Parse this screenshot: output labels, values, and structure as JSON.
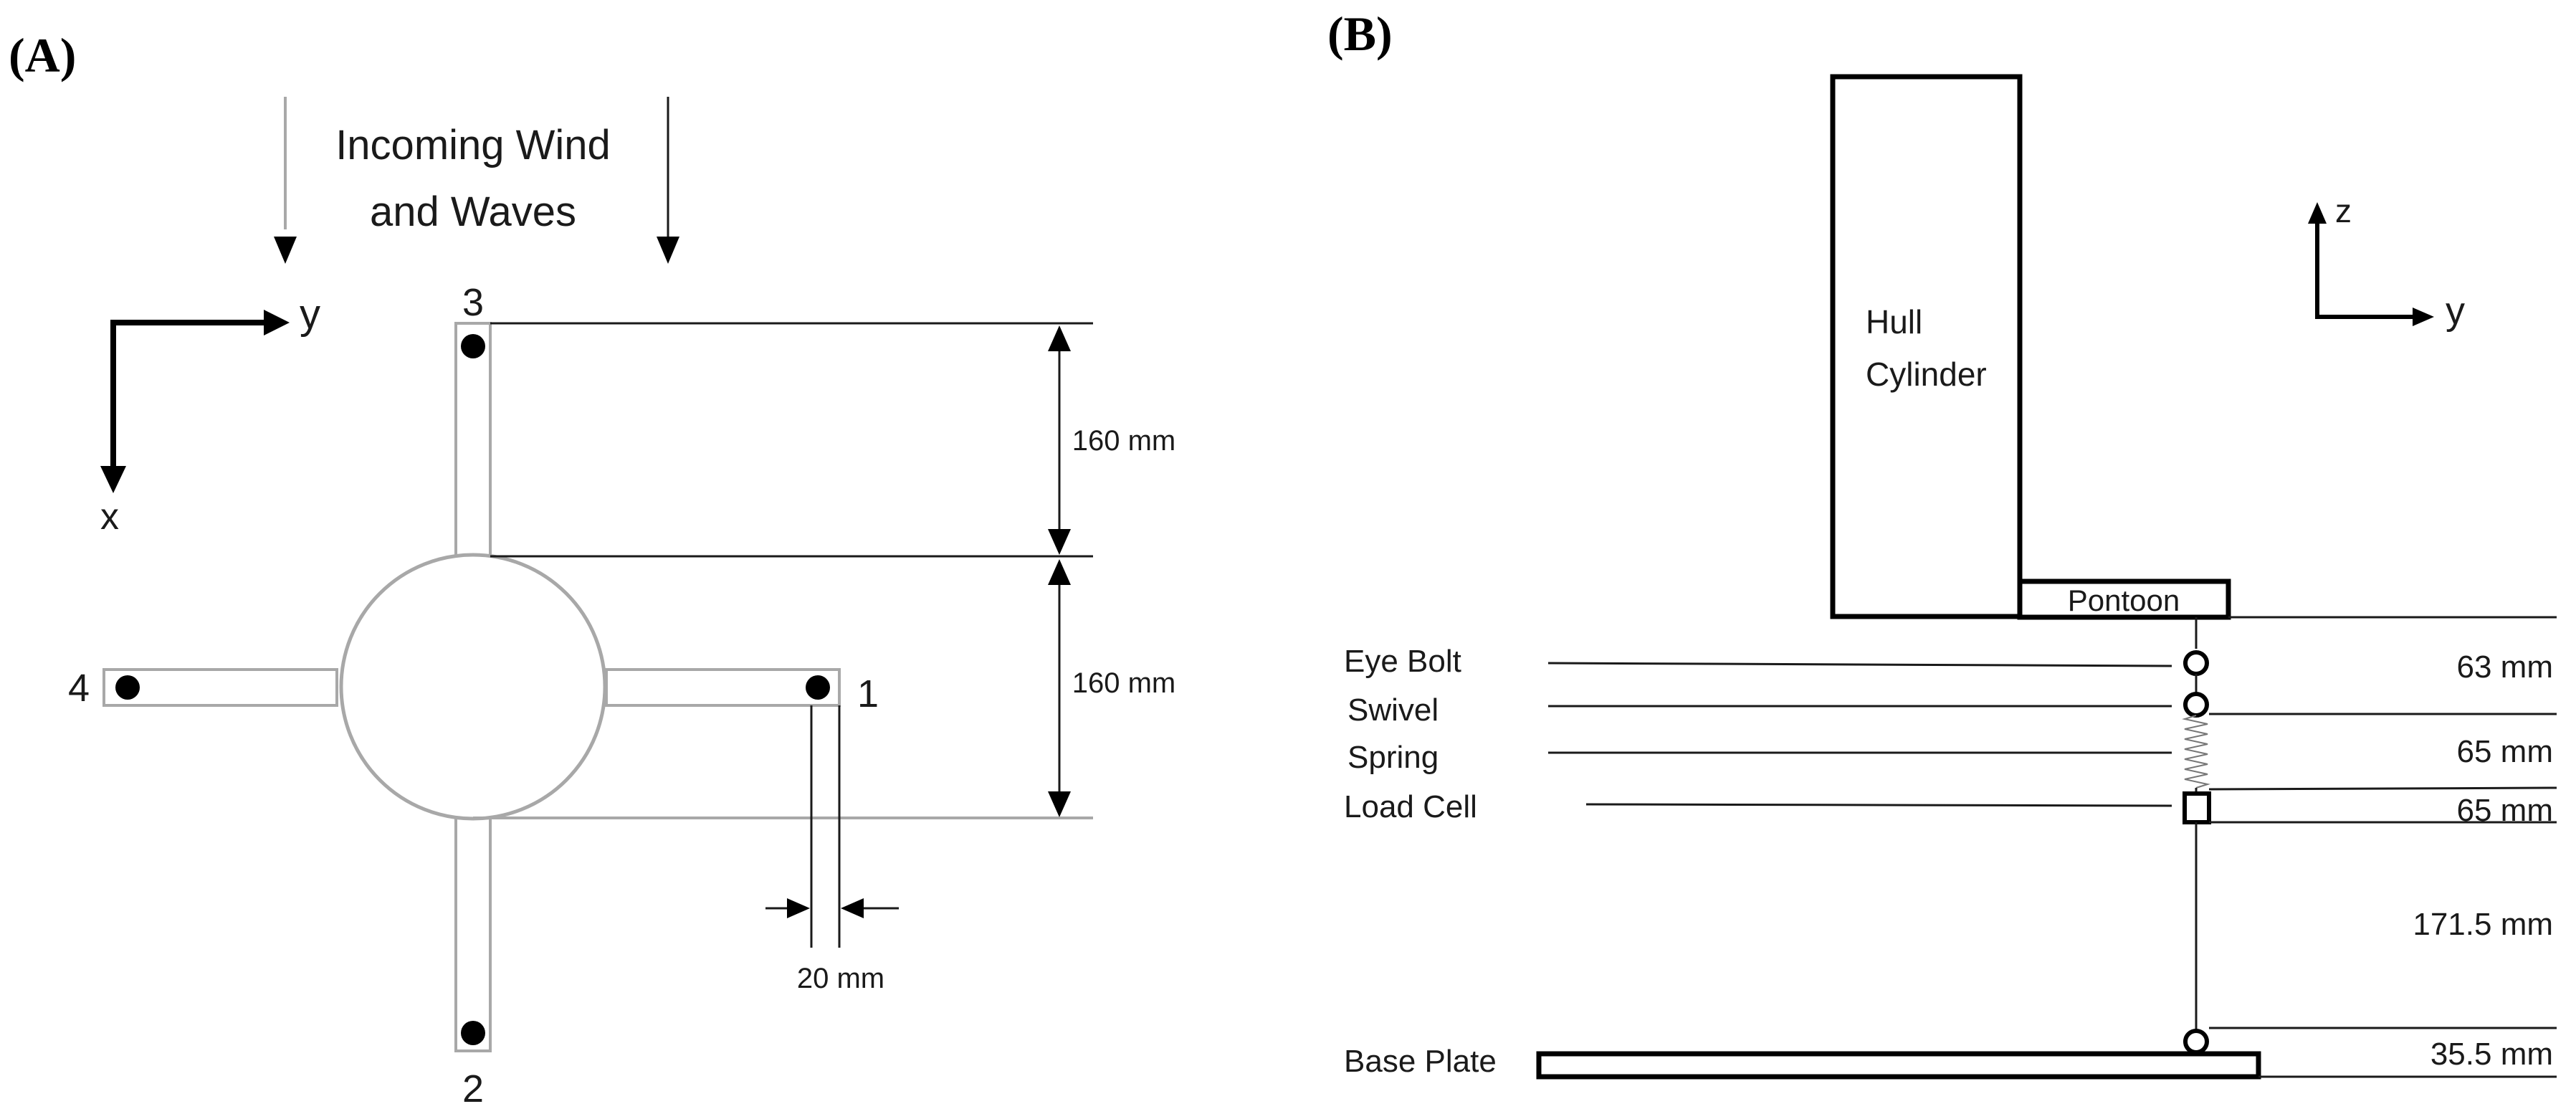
{
  "panel_a": {
    "label": "(A)",
    "wind_line1": "Incoming Wind",
    "wind_line2": "and Waves",
    "axis_y": "y",
    "axis_x": "x",
    "col_1": "1",
    "col_2": "2",
    "col_3": "3",
    "col_4": "4",
    "dim_upper": "160 mm",
    "dim_lower": "160 mm",
    "dim_width": "20 mm"
  },
  "panel_b": {
    "label": "(B)",
    "hull_line1": "Hull",
    "hull_line2": "Cylinder",
    "pontoon": "Pontoon",
    "axis_z": "z",
    "axis_y": "y",
    "eye_bolt": "Eye Bolt",
    "swivel": "Swivel",
    "spring": "Spring",
    "load_cell": "Load Cell",
    "base_plate": "Base Plate",
    "dim_63": "63 mm",
    "dim_65a": "65 mm",
    "dim_65b": "65 mm",
    "dim_171": "171.5 mm",
    "dim_35": "35.5 mm"
  }
}
